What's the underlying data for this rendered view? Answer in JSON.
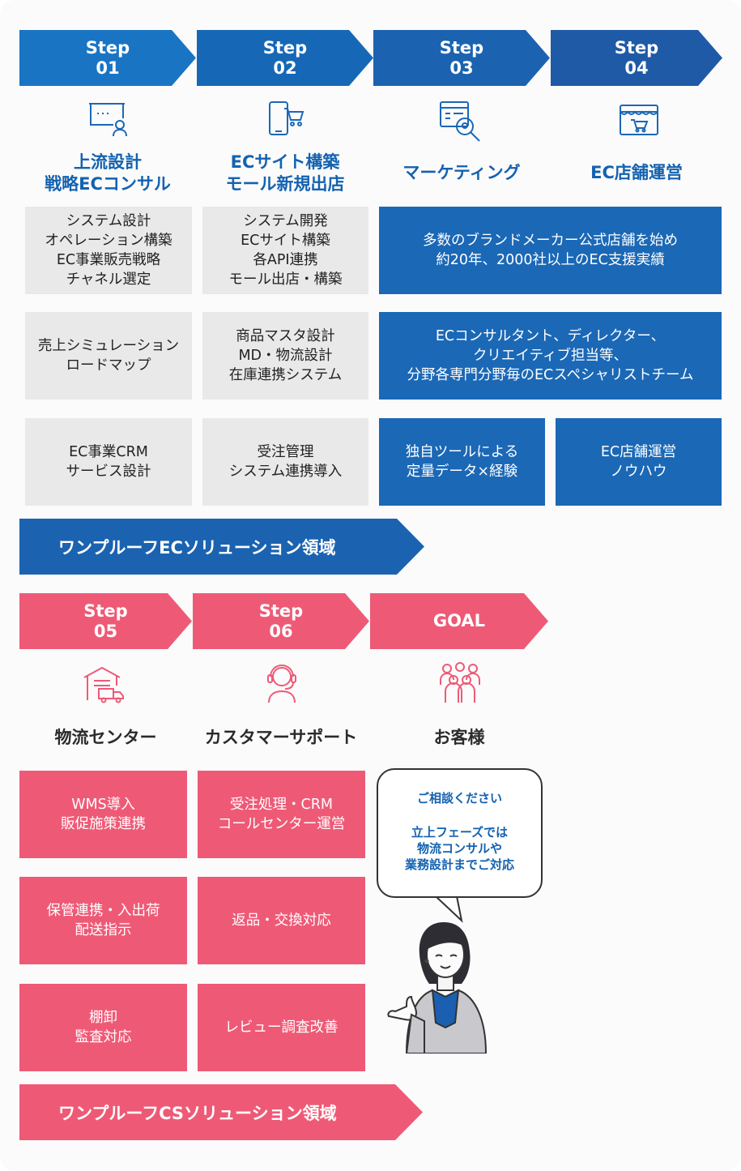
{
  "steps": [
    {
      "label": "Step",
      "num": "01",
      "title": [
        "上流設計",
        "戦略ECコンサル"
      ]
    },
    {
      "label": "Step",
      "num": "02",
      "title": [
        "ECサイト構築",
        "モール新規出店"
      ]
    },
    {
      "label": "Step",
      "num": "03",
      "title": [
        "マーケティング"
      ]
    },
    {
      "label": "Step",
      "num": "04",
      "title": [
        "EC店舗運営"
      ]
    }
  ],
  "grid_ec": {
    "row1": {
      "c1": [
        "システム設計",
        "オペレーション構築",
        "EC事業販売戦略",
        "チャネル選定"
      ],
      "c2": [
        "システム開発",
        "ECサイト構築",
        "各API連携",
        "モール出店・構築"
      ],
      "c34": [
        "多数のブランドメーカー公式店舗を始め",
        "約20年、2000社以上のEC支援実績"
      ]
    },
    "row2": {
      "c1": [
        "売上シミュレーション",
        "ロードマップ"
      ],
      "c2": [
        "商品マスタ設計",
        "MD・物流設計",
        "在庫連携システム"
      ],
      "c34": [
        "ECコンサルタント、ディレクター、",
        "クリエイティブ担当等、",
        "分野各専門分野毎のECスペシャリストチーム"
      ]
    },
    "row3": {
      "c1": [
        "EC事業CRM",
        "サービス設計"
      ],
      "c2": [
        "受注管理",
        "システム連携導入"
      ],
      "c3": [
        "独自ツールによる",
        "定量データ×経験"
      ],
      "c4": [
        "EC店舗運営",
        "ノウハウ"
      ]
    }
  },
  "banner_ec": "ワンプルーフECソリューション領域",
  "steps2": [
    {
      "label": "Step",
      "num": "05",
      "title": "物流センター"
    },
    {
      "label": "Step",
      "num": "06",
      "title": "カスタマーサポート"
    },
    {
      "label": "GOAL",
      "title": "お客様"
    }
  ],
  "grid_cs": {
    "c1": [
      [
        "WMS導入",
        "販促施策連携"
      ],
      [
        "保管連携・入出荷",
        "配送指示"
      ],
      [
        "棚卸",
        "監査対応"
      ]
    ],
    "c2": [
      [
        "受注処理・CRM",
        "コールセンター運営"
      ],
      [
        "返品・交換対応"
      ],
      [
        "レビュー調査改善"
      ]
    ]
  },
  "bubble": {
    "line1": "ご相談ください",
    "body": [
      "立上フェーズでは",
      "物流コンサルや",
      "業務設計までご対応"
    ]
  },
  "banner_cs": "ワンプルーフCSソリューション領域",
  "colors": {
    "blue": "#1b68b6",
    "pink": "#ee5a76",
    "gray": "#e9e9e9"
  }
}
